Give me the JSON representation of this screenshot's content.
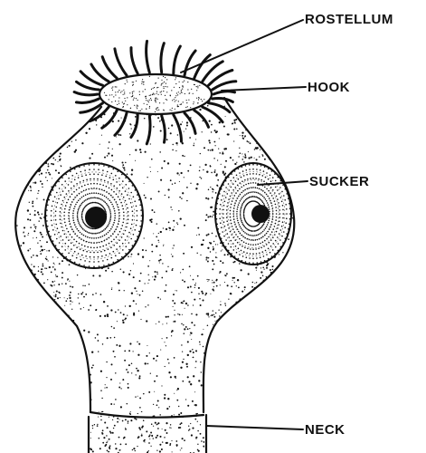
{
  "labels": {
    "rostellum": "ROSTELLUM",
    "hook": "HOOK",
    "sucker": "SUCKER",
    "neck": "NECK"
  },
  "colors": {
    "ink": "#111111",
    "paper": "#ffffff"
  }
}
